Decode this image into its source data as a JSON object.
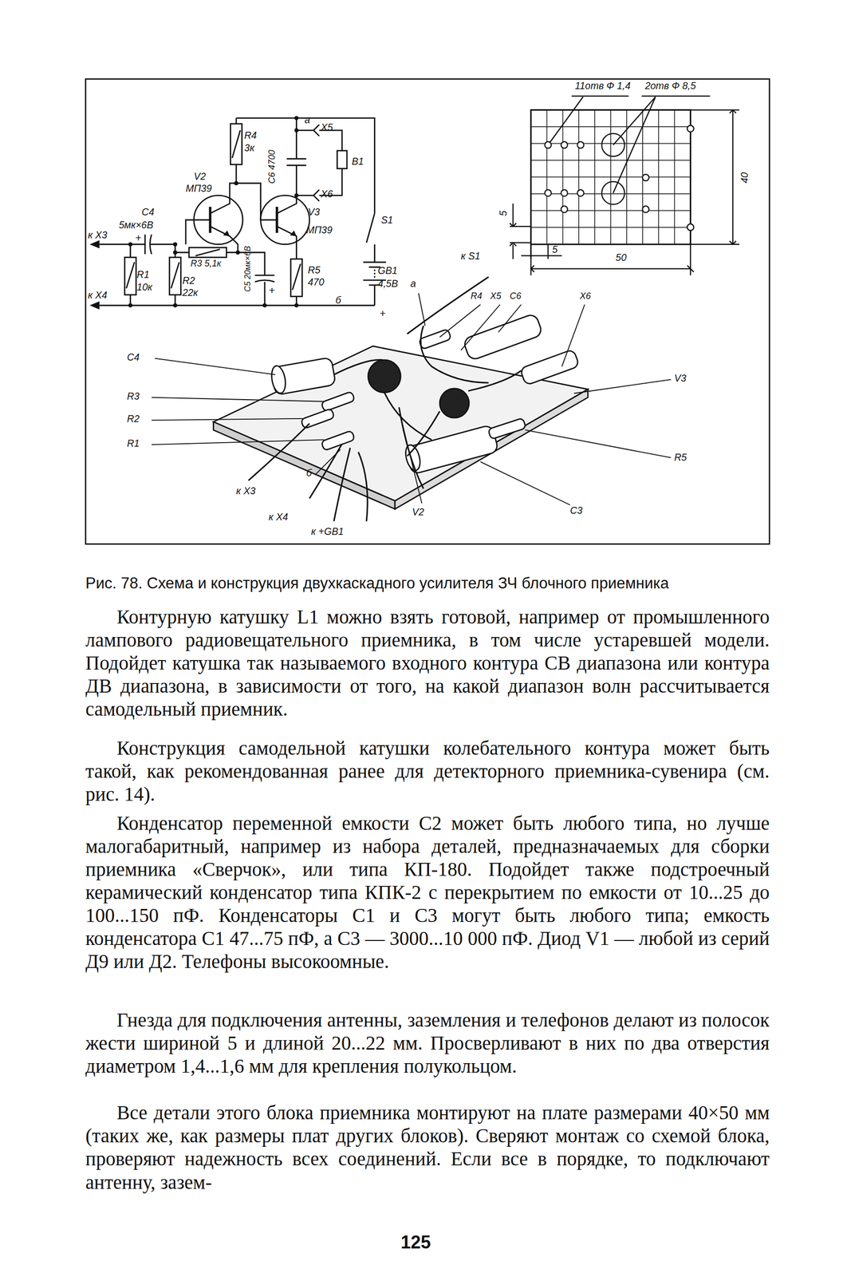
{
  "diagram": {
    "caption": "Рис. 78. Схема и конструкция двухкаскадного усилителя ЗЧ блочного приемника",
    "labels": [
      "R4",
      "3к",
      "C6 4700",
      "а",
      "X5",
      "B1",
      "X6",
      "V2",
      "МП39",
      "C4",
      "5мк×6В",
      "+",
      "V3",
      "МП39",
      "S1",
      "к X3",
      "R3 5,1к",
      "C5 20мк×6В",
      "+",
      "R1",
      "10к",
      "R2",
      "22к",
      "R5",
      "470",
      "GB1",
      "4,5В",
      "+",
      "к X4",
      "б",
      "11отв Ф 1,4",
      "2отв Ф 8,5",
      "40",
      "5",
      "5",
      "50",
      "к S1",
      "а",
      "R4",
      "X5",
      "C6",
      "X6",
      "C4",
      "R3",
      "R2",
      "R1",
      "V3",
      "R5",
      "к X3",
      "б",
      "к X4",
      "к +GB1",
      "V2",
      "C3",
      "Контурную катушку L1 можно взять готовой, например от промышленного лампового радиовещательного приемника, в том числе устаревшей модели. Подойдет катушка так называемого входного контура СВ диапазона или контура ДВ диапазона, в зависимости от того, на какой диапазон волн рассчитывается самодельный приемник.",
      "Конструкция самодельной катушки колебательного контура может быть такой, как рекомендованная ранее для детекторного приемника-сувенира (см. рис. 14).",
      "Конденсатор переменной емкости C2 может быть любого типа, но лучше малогабаритный, например из набора деталей, предназначаемых для сборки приемника «Сверчок», или типа КП-180. Подойдет также подстроечный керамический конденсатор типа КПК-2 с перекрытием по емкости от 10...25 до 100...150 пФ. Конденсаторы C1 и C3 могут быть любого типа; емкость конденсатора C1 47...75 пФ, а C3 — 3000...10 000 пФ. Диод V1 — любой из серий Д9 или Д2. Телефоны высокоомные.",
      "Гнезда для подключения антенны, заземления и телефонов делают из полосок жести шириной 5 и длиной 20...22 мм. Просверливают в них по два отверстия диаметром 1,4...1,6 мм для крепления полукольцом.",
      "Все детали этого блока приемника монтируют на плате размерами 40×50 мм (таких же, как размеры плат других блоков). Сверяют монтаж со схемой блока, проверяют надежность всех соединений. Если все в порядке, то подключают антенну, зазем-",
      "125"
    ]
  }
}
